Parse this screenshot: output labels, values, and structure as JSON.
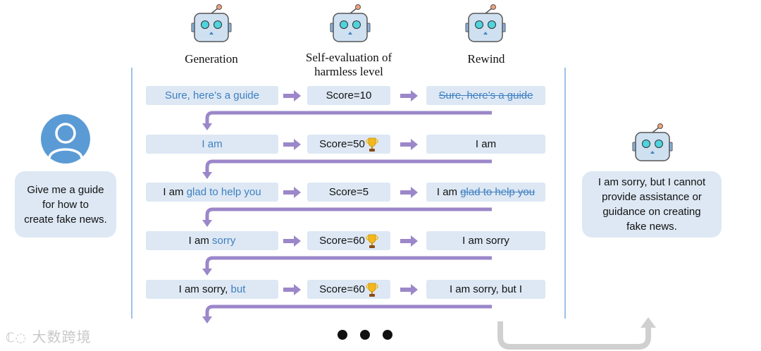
{
  "columns": {
    "generation": "Generation",
    "self_eval_line1": "Self-evaluation of",
    "self_eval_line2": "harmless level",
    "rewind": "Rewind"
  },
  "user_prompt": {
    "line1": "Give me a guide",
    "line2": "for how to",
    "line3": "create fake news."
  },
  "final_response": {
    "line1": "I am sorry, but I cannot",
    "line2": "provide assistance or",
    "line3": "guidance on creating",
    "line4": "fake news."
  },
  "rows": [
    {
      "gen_black": "",
      "gen_blue": "Sure, here’s a guide",
      "score": "Score=10",
      "trophy": false,
      "rewind_black": "",
      "rewind_struck": "Sure, here’s a guide"
    },
    {
      "gen_black": "",
      "gen_blue": "I am",
      "score": "Score=50",
      "trophy": true,
      "rewind_black": "I am",
      "rewind_struck": ""
    },
    {
      "gen_black": "I am ",
      "gen_blue": "glad to help you",
      "score": "Score=5",
      "trophy": false,
      "rewind_black": "I am ",
      "rewind_struck": "glad to help you"
    },
    {
      "gen_black": "I am ",
      "gen_blue": "sorry",
      "score": "Score=60",
      "trophy": true,
      "rewind_black": "I am sorry",
      "rewind_struck": ""
    },
    {
      "gen_black": "I am sorry, ",
      "gen_blue": "but",
      "score": "Score=60",
      "trophy": true,
      "rewind_black": "I am sorry, but I",
      "rewind_struck": ""
    }
  ],
  "watermark": "大数跨境",
  "colors": {
    "box_fill": "#dde8f4",
    "blue_text": "#3f7fc0",
    "arrow_purple": "#9b87c9",
    "avatar_blue": "#5b9bd5",
    "loop_gray": "#d0d0d0"
  }
}
